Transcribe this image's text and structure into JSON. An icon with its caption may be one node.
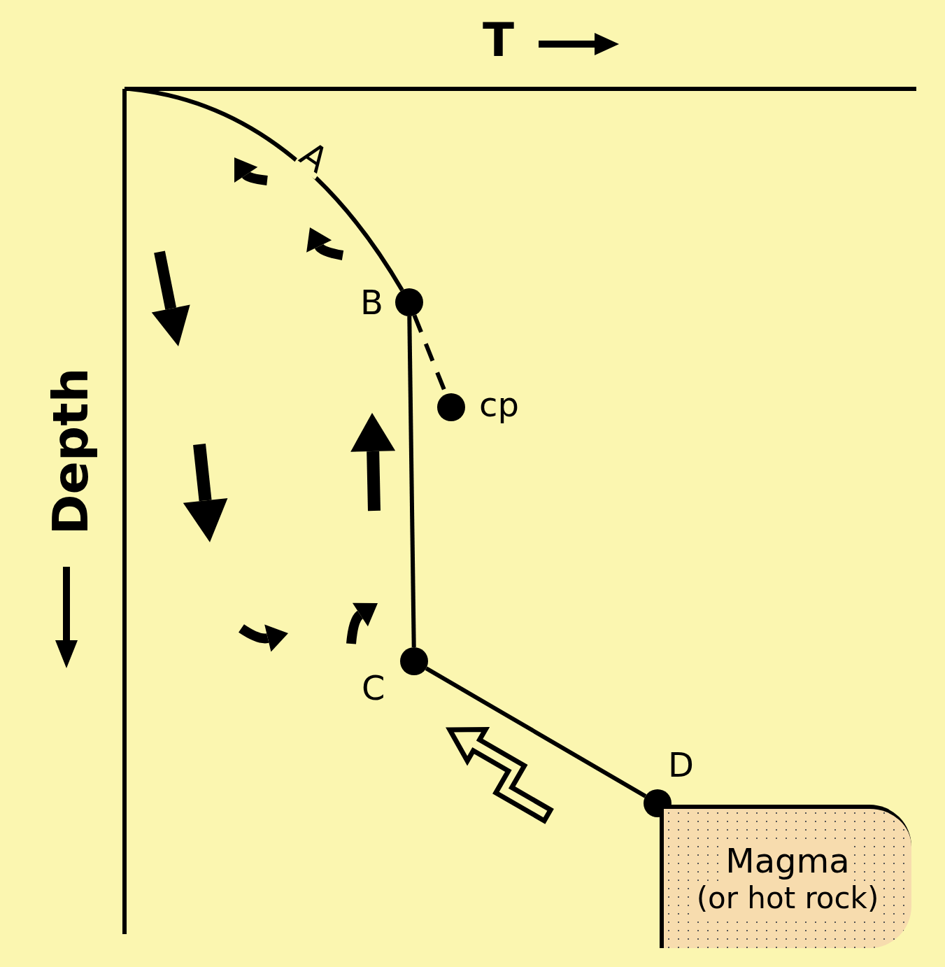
{
  "diagram": {
    "nodes": [
      {
        "text": [],
        "shape": "circle",
        "beside": [
          "B"
        ]
      },
      {
        "text": [],
        "shape": "circle",
        "beside": [
          "cp"
        ]
      },
      {
        "text": [],
        "shape": "circle",
        "beside": [
          "C"
        ]
      },
      {
        "text": [],
        "shape": "circle",
        "beside": [
          "D"
        ]
      },
      {
        "text": [
          "Magma",
          "(or hot rock)"
        ]
      }
    ],
    "edges": [
      {
        "from": null,
        "to": 0,
        "arrow": "none",
        "label": "A"
      },
      {
        "from": 0,
        "to": 2,
        "arrow": "none"
      },
      {
        "from": 0,
        "to": 1,
        "arrow": "none",
        "style": "dashed"
      },
      {
        "from": 2,
        "to": 3,
        "arrow": "none"
      }
    ],
    "labels": [
      "T",
      "Depth"
    ]
  }
}
